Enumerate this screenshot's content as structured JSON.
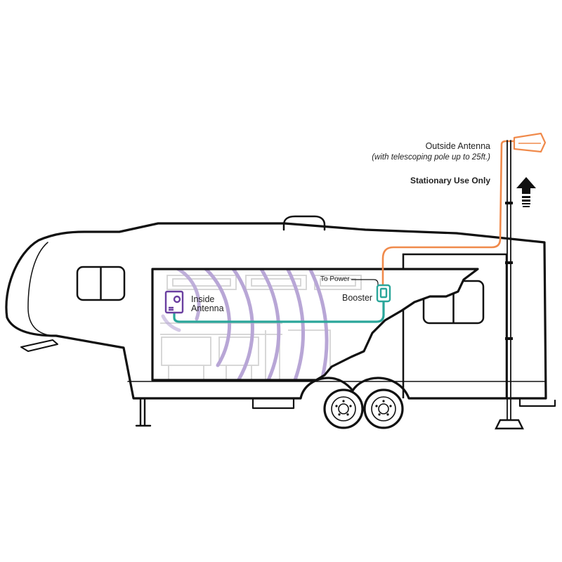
{
  "labels": {
    "outside_antenna": "Outside Antenna",
    "outside_antenna_note": "(with telescoping pole up to 25ft.)",
    "stationary_use": "Stationary Use Only",
    "to_power": "To Power",
    "booster": "Booster",
    "inside_antenna_line1": "Inside",
    "inside_antenna_line2": "Antenna"
  },
  "colors": {
    "outline": "#111111",
    "furniture": "#d3d3d3",
    "inside_signal": "#b8a6d6",
    "inside_antenna": "#6a3fa0",
    "booster_cable": "#2aa69a",
    "outside_cable": "#f08a4b",
    "outside_antenna": "#f08a4b",
    "arrow": "#111111"
  },
  "icons": {
    "inside_antenna": "panel-antenna-icon",
    "booster": "signal-booster-icon",
    "outside_antenna": "directional-antenna-icon",
    "arrow": "up-arrow-icon"
  }
}
